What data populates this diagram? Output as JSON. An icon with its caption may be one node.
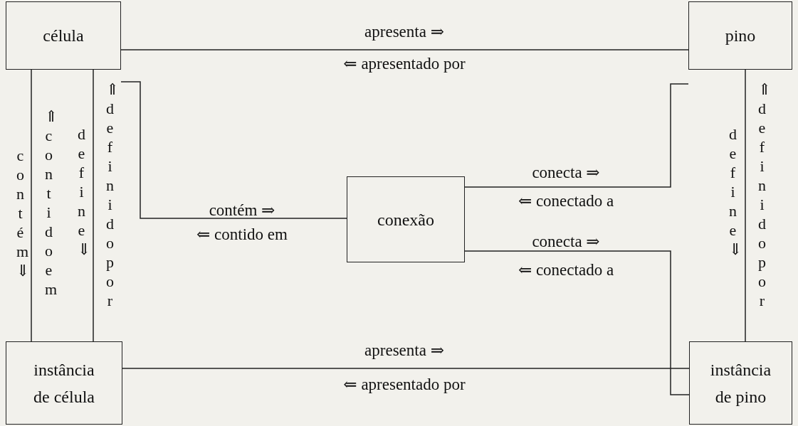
{
  "diagram": {
    "nodes": [
      {
        "text": [
          "célula"
        ]
      },
      {
        "text": [
          "pino"
        ]
      },
      {
        "text": [
          "conexão"
        ]
      },
      {
        "text": [
          "instância de célula"
        ]
      },
      {
        "text": [
          "instância de pino"
        ]
      }
    ],
    "edges": [
      {
        "from": 0,
        "to": 1,
        "arrow": "none",
        "label": "apresenta ⇒"
      },
      {
        "from": 0,
        "to": 2,
        "arrow": "none",
        "label": "contém ⇒"
      },
      {
        "from": 2,
        "to": 1,
        "arrow": "none",
        "label": "conecta ⇒"
      },
      {
        "from": 2,
        "to": 4,
        "arrow": "none",
        "label": "conecta ⇒"
      },
      {
        "from": 0,
        "to": 3,
        "arrow": "none",
        "label": "contém ⇓"
      },
      {
        "from": 0,
        "to": 3,
        "arrow": "none",
        "label": "define ⇓"
      },
      {
        "from": 1,
        "to": 4,
        "arrow": "none",
        "label": "define ⇓"
      },
      {
        "from": 3,
        "to": 4,
        "arrow": "none",
        "label": "apresenta ⇒"
      }
    ],
    "labels": [
      "⇐ apresentado por",
      "⇑ contido em",
      "⇑ definido por",
      "⇑ definido por",
      "⇐ conectado a",
      "⇐ contido em",
      "⇐ conectado a",
      "⇐ apresentado por"
    ]
  }
}
